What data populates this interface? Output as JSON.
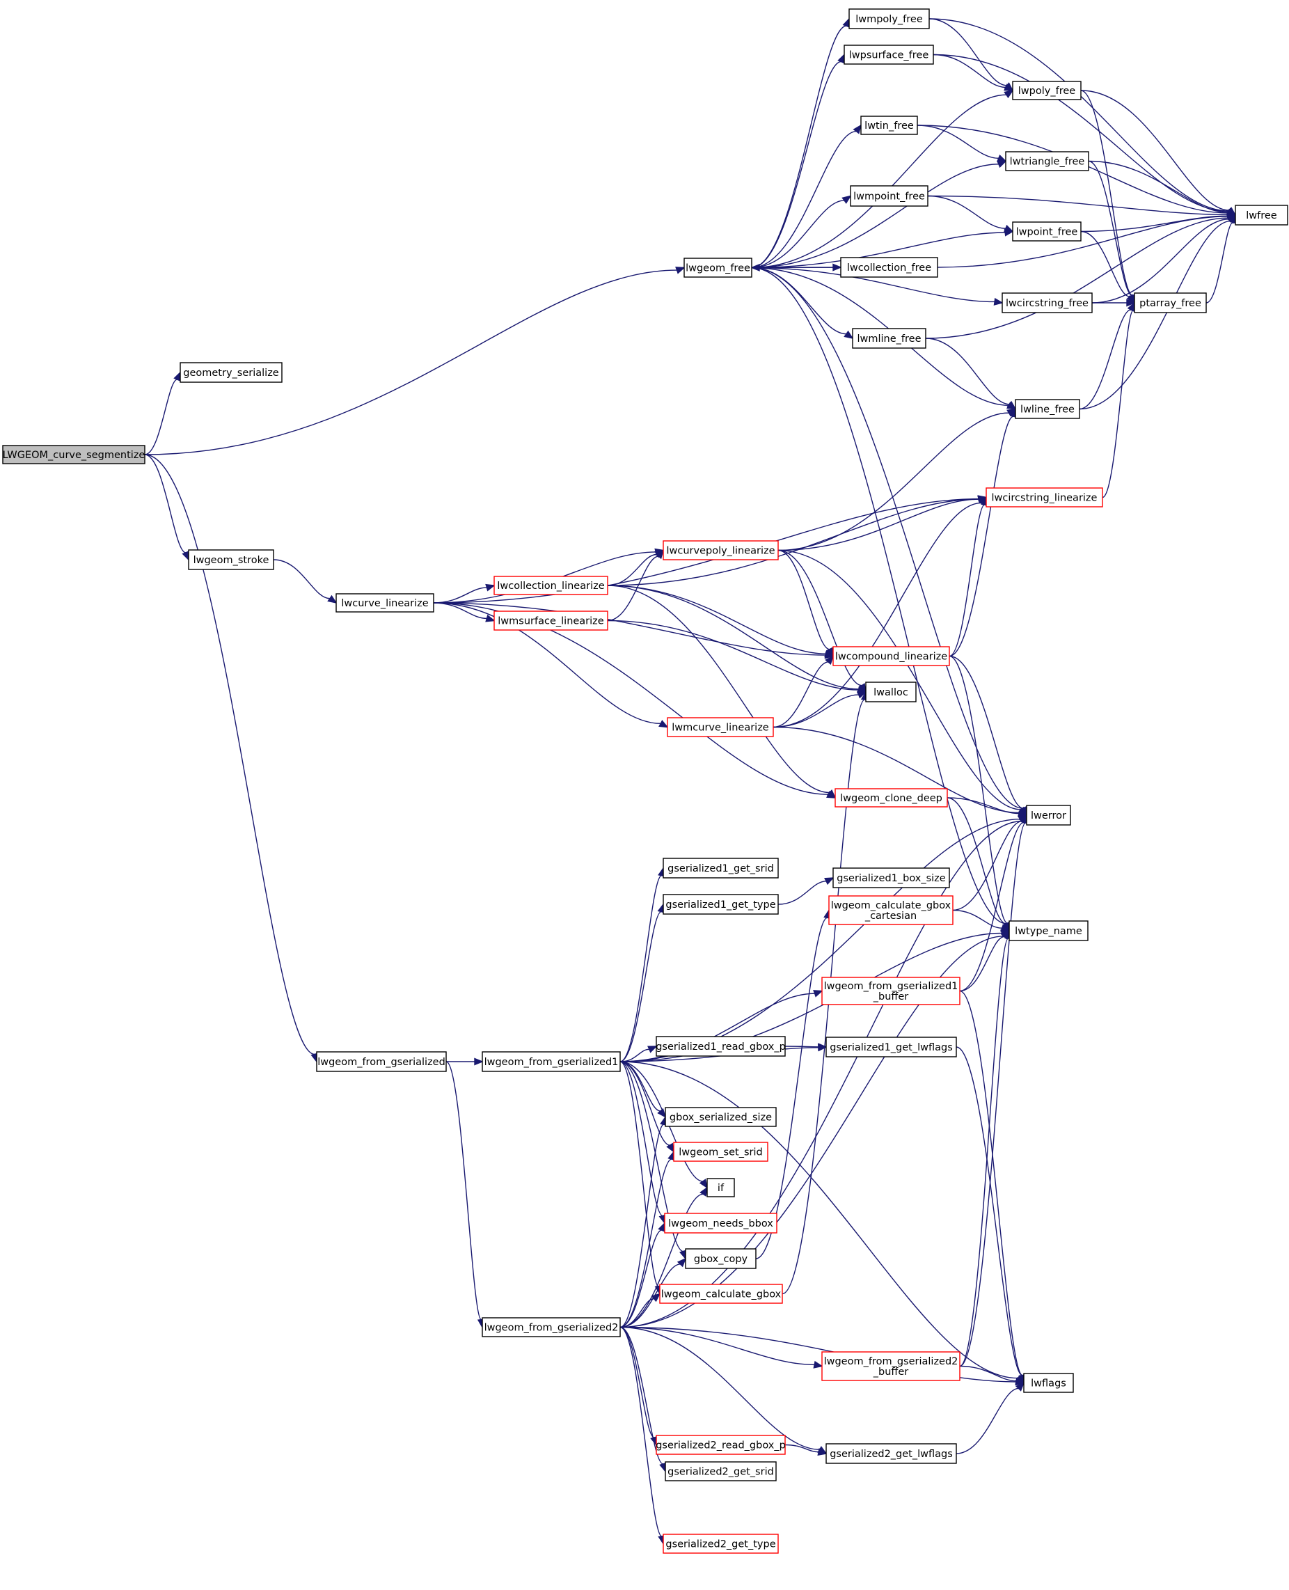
{
  "colors": {
    "edge": "#191970",
    "node_border_normal": "#000000",
    "node_border_truncated": "#ff0000",
    "root_fill": "#bfbfbf",
    "node_fill": "#ffffff"
  },
  "nodes": {
    "root": {
      "label": "LWGEOM_curve_segmentize",
      "kind": "root"
    },
    "gs": {
      "label": "geometry_serialize",
      "kind": "normal"
    },
    "lfree": {
      "label": "lwgeom_free",
      "kind": "normal"
    },
    "lst": {
      "label": "lwgeom_stroke",
      "kind": "normal"
    },
    "lfg": {
      "label": "lwgeom_from_gserialized",
      "kind": "normal"
    },
    "mpolyf": {
      "label": "lwmpoly_free",
      "kind": "normal"
    },
    "psurff": {
      "label": "lwpsurface_free",
      "kind": "normal"
    },
    "polyf": {
      "label": "lwpoly_free",
      "kind": "normal"
    },
    "tinf": {
      "label": "lwtin_free",
      "kind": "normal"
    },
    "trif": {
      "label": "lwtriangle_free",
      "kind": "normal"
    },
    "lwfree": {
      "label": "lwfree",
      "kind": "normal"
    },
    "mpointf": {
      "label": "lwmpoint_free",
      "kind": "normal"
    },
    "pointf": {
      "label": "lwpoint_free",
      "kind": "normal"
    },
    "collf": {
      "label": "lwcollection_free",
      "kind": "normal"
    },
    "circf": {
      "label": "lwcircstring_free",
      "kind": "normal"
    },
    "ptaf": {
      "label": "ptarray_free",
      "kind": "normal"
    },
    "mlinef": {
      "label": "lwmline_free",
      "kind": "normal"
    },
    "linef": {
      "label": "lwline_free",
      "kind": "normal"
    },
    "circlin": {
      "label": "lwcircstring_linearize",
      "kind": "truncated"
    },
    "cpolylin": {
      "label": "lwcurvepoly_linearize",
      "kind": "truncated"
    },
    "colllin": {
      "label": "lwcollection_linearize",
      "kind": "truncated"
    },
    "curvelin": {
      "label": "lwcurve_linearize",
      "kind": "normal"
    },
    "msurflin": {
      "label": "lwmsurface_linearize",
      "kind": "truncated"
    },
    "complin": {
      "label": "lwcompound_linearize",
      "kind": "truncated"
    },
    "lwalloc": {
      "label": "lwalloc",
      "kind": "normal"
    },
    "mcurvelin": {
      "label": "lwmcurve_linearize",
      "kind": "truncated"
    },
    "clonedeep": {
      "label": "lwgeom_clone_deep",
      "kind": "truncated"
    },
    "lwerror": {
      "label": "lwerror",
      "kind": "normal"
    },
    "g1srid": {
      "label": "gserialized1_get_srid",
      "kind": "normal"
    },
    "g1boxsize": {
      "label": "gserialized1_box_size",
      "kind": "normal"
    },
    "g1type": {
      "label": "gserialized1_get_type",
      "kind": "normal"
    },
    "calccart": {
      "label": "lwgeom_calculate_gbox\n_cartesian",
      "kind": "truncated"
    },
    "typename": {
      "label": "lwtype_name",
      "kind": "normal"
    },
    "fg1buf": {
      "label": "lwgeom_from_gserialized1\n_buffer",
      "kind": "truncated"
    },
    "g1readbox": {
      "label": "gserialized1_read_gbox_p",
      "kind": "normal"
    },
    "g1lwflags": {
      "label": "gserialized1_get_lwflags",
      "kind": "normal"
    },
    "fg1": {
      "label": "lwgeom_from_gserialized1",
      "kind": "normal"
    },
    "gboxsersize": {
      "label": "gbox_serialized_size",
      "kind": "normal"
    },
    "setsrid": {
      "label": "lwgeom_set_srid",
      "kind": "truncated"
    },
    "if": {
      "label": "if",
      "kind": "normal"
    },
    "needsbbox": {
      "label": "lwgeom_needs_bbox",
      "kind": "truncated"
    },
    "gboxcopy": {
      "label": "gbox_copy",
      "kind": "normal"
    },
    "calcgbox": {
      "label": "lwgeom_calculate_gbox",
      "kind": "truncated"
    },
    "fg2": {
      "label": "lwgeom_from_gserialized2",
      "kind": "normal"
    },
    "fg2buf": {
      "label": "lwgeom_from_gserialized2\n_buffer",
      "kind": "truncated"
    },
    "lwflags": {
      "label": "lwflags",
      "kind": "normal"
    },
    "g2readbox": {
      "label": "gserialized2_read_gbox_p",
      "kind": "truncated"
    },
    "g2lwflags": {
      "label": "gserialized2_get_lwflags",
      "kind": "normal"
    },
    "g2srid": {
      "label": "gserialized2_get_srid",
      "kind": "normal"
    },
    "g2type": {
      "label": "gserialized2_get_type",
      "kind": "truncated"
    }
  },
  "edges": [
    [
      "root",
      "gs"
    ],
    [
      "root",
      "lfree"
    ],
    [
      "root",
      "lst"
    ],
    [
      "root",
      "lfg"
    ],
    [
      "lfree",
      "mpolyf"
    ],
    [
      "lfree",
      "psurff"
    ],
    [
      "lfree",
      "polyf"
    ],
    [
      "lfree",
      "tinf"
    ],
    [
      "lfree",
      "trif"
    ],
    [
      "lfree",
      "mpointf"
    ],
    [
      "lfree",
      "pointf"
    ],
    [
      "lfree",
      "collf"
    ],
    [
      "lfree",
      "circf"
    ],
    [
      "lfree",
      "mlinef"
    ],
    [
      "lfree",
      "linef"
    ],
    [
      "lfree",
      "lwerror"
    ],
    [
      "lfree",
      "typename"
    ],
    [
      "mpolyf",
      "polyf"
    ],
    [
      "mpolyf",
      "lwfree"
    ],
    [
      "psurff",
      "polyf"
    ],
    [
      "psurff",
      "lwfree"
    ],
    [
      "polyf",
      "lwfree"
    ],
    [
      "polyf",
      "ptaf"
    ],
    [
      "tinf",
      "trif"
    ],
    [
      "tinf",
      "lwfree"
    ],
    [
      "trif",
      "lwfree"
    ],
    [
      "trif",
      "ptaf"
    ],
    [
      "mpointf",
      "pointf"
    ],
    [
      "mpointf",
      "lwfree"
    ],
    [
      "pointf",
      "lwfree"
    ],
    [
      "pointf",
      "ptaf"
    ],
    [
      "collf",
      "lfree"
    ],
    [
      "collf",
      "lwfree"
    ],
    [
      "circf",
      "ptaf"
    ],
    [
      "circf",
      "lwfree"
    ],
    [
      "ptaf",
      "lwfree"
    ],
    [
      "mlinef",
      "linef"
    ],
    [
      "mlinef",
      "lwfree"
    ],
    [
      "linef",
      "ptaf"
    ],
    [
      "linef",
      "lwfree"
    ],
    [
      "lst",
      "curvelin"
    ],
    [
      "curvelin",
      "colllin"
    ],
    [
      "curvelin",
      "msurflin"
    ],
    [
      "curvelin",
      "cpolylin"
    ],
    [
      "curvelin",
      "circlin"
    ],
    [
      "curvelin",
      "complin"
    ],
    [
      "curvelin",
      "mcurvelin"
    ],
    [
      "curvelin",
      "clonedeep"
    ],
    [
      "circlin",
      "ptaf"
    ],
    [
      "cpolylin",
      "circlin"
    ],
    [
      "cpolylin",
      "linef"
    ],
    [
      "cpolylin",
      "complin"
    ],
    [
      "cpolylin",
      "lwalloc"
    ],
    [
      "cpolylin",
      "lwerror"
    ],
    [
      "colllin",
      "cpolylin"
    ],
    [
      "colllin",
      "circlin"
    ],
    [
      "colllin",
      "complin"
    ],
    [
      "colllin",
      "lwalloc"
    ],
    [
      "colllin",
      "clonedeep"
    ],
    [
      "msurflin",
      "cpolylin"
    ],
    [
      "msurflin",
      "lwalloc"
    ],
    [
      "complin",
      "linef"
    ],
    [
      "complin",
      "circlin"
    ],
    [
      "complin",
      "lwerror"
    ],
    [
      "complin",
      "typename"
    ],
    [
      "mcurvelin",
      "complin"
    ],
    [
      "mcurvelin",
      "lwalloc"
    ],
    [
      "mcurvelin",
      "circlin"
    ],
    [
      "mcurvelin",
      "lwerror"
    ],
    [
      "clonedeep",
      "lwerror"
    ],
    [
      "clonedeep",
      "typename"
    ],
    [
      "lfg",
      "fg1"
    ],
    [
      "lfg",
      "fg2"
    ],
    [
      "fg1",
      "lwerror"
    ],
    [
      "fg1",
      "g1srid"
    ],
    [
      "fg1",
      "g1type"
    ],
    [
      "fg1",
      "typename"
    ],
    [
      "fg1",
      "fg1buf"
    ],
    [
      "fg1",
      "g1lwflags"
    ],
    [
      "fg1",
      "g1readbox"
    ],
    [
      "fg1",
      "lwflags"
    ],
    [
      "fg1",
      "gboxsersize"
    ],
    [
      "fg1",
      "setsrid"
    ],
    [
      "fg1",
      "if"
    ],
    [
      "fg1",
      "needsbbox"
    ],
    [
      "fg1",
      "gboxcopy"
    ],
    [
      "fg1",
      "calcgbox"
    ],
    [
      "g1type",
      "g1boxsize"
    ],
    [
      "calccart",
      "lwerror"
    ],
    [
      "calccart",
      "typename"
    ],
    [
      "fg1buf",
      "lwerror"
    ],
    [
      "fg1buf",
      "typename"
    ],
    [
      "fg1buf",
      "lwflags"
    ],
    [
      "g1readbox",
      "g1lwflags"
    ],
    [
      "g1lwflags",
      "lwflags"
    ],
    [
      "gboxcopy",
      "calccart"
    ],
    [
      "calcgbox",
      "lwalloc"
    ],
    [
      "fg2",
      "gboxsersize"
    ],
    [
      "fg2",
      "setsrid"
    ],
    [
      "fg2",
      "if"
    ],
    [
      "fg2",
      "needsbbox"
    ],
    [
      "fg2",
      "gboxcopy"
    ],
    [
      "fg2",
      "calcgbox"
    ],
    [
      "fg2",
      "fg2buf"
    ],
    [
      "fg2",
      "lwerror"
    ],
    [
      "fg2",
      "typename"
    ],
    [
      "fg2",
      "lwflags"
    ],
    [
      "fg2",
      "g2readbox"
    ],
    [
      "fg2",
      "g2lwflags"
    ],
    [
      "fg2",
      "g2srid"
    ],
    [
      "fg2",
      "g2type"
    ],
    [
      "fg2buf",
      "lwerror"
    ],
    [
      "fg2buf",
      "typename"
    ],
    [
      "fg2buf",
      "lwflags"
    ],
    [
      "g2readbox",
      "g2lwflags"
    ],
    [
      "g2lwflags",
      "lwflags"
    ]
  ]
}
